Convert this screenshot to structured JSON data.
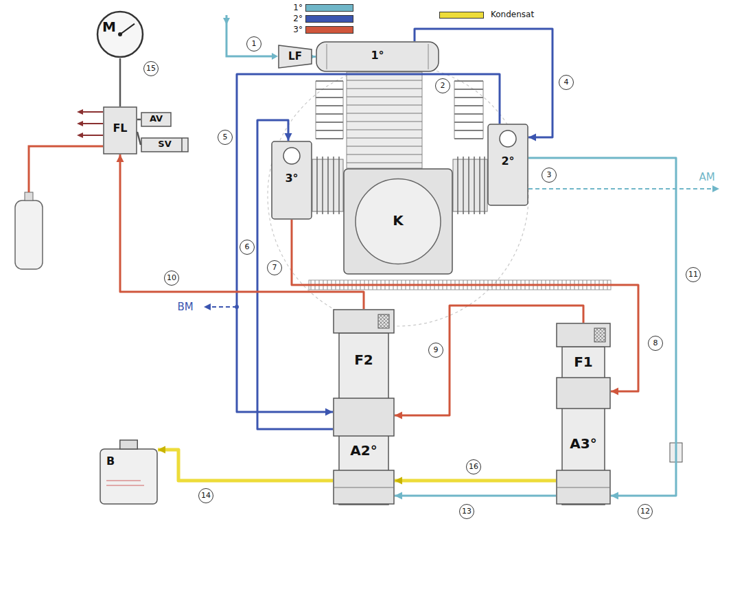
{
  "diagram": {
    "nodes": [
      {
        "text": [
          "LF"
        ]
      },
      {
        "text": [
          "1°"
        ]
      },
      {
        "text": [
          "K"
        ]
      },
      {
        "text": [
          "3°"
        ]
      },
      {
        "text": [
          "2°"
        ]
      },
      {
        "text": [
          "M"
        ]
      },
      {
        "text": [
          "FL"
        ]
      },
      {
        "text": [
          "AV"
        ]
      },
      {
        "text": [
          "SV"
        ]
      },
      {
        "text": [
          "F2",
          "A2°"
        ]
      },
      {
        "text": [
          "F1",
          "A3°"
        ]
      },
      {
        "text": [
          "B"
        ]
      }
    ],
    "edges": [
      {
        "from": 0,
        "to": 1,
        "arrow": "to"
      },
      {
        "from": 1,
        "to": 4,
        "arrow": "to"
      },
      {
        "from": 4,
        "to": 9,
        "arrow": "to"
      },
      {
        "from": 9,
        "to": 3,
        "arrow": "to"
      },
      {
        "from": 3,
        "to": 10,
        "arrow": "to"
      },
      {
        "from": 10,
        "to": 9,
        "arrow": "to"
      },
      {
        "from": 9,
        "to": 6,
        "arrow": "to"
      },
      {
        "from": 10,
        "to": 9,
        "arrow": "to"
      },
      {
        "from": 10,
        "to": 9,
        "arrow": "to"
      },
      {
        "from": 9,
        "to": 11,
        "arrow": "to"
      },
      {
        "from": 4,
        "to": 10,
        "arrow": "to"
      },
      {
        "from": 6,
        "to": 5,
        "arrow": "none"
      },
      {
        "from": 6,
        "to": 7,
        "arrow": "none"
      },
      {
        "from": 6,
        "to": 8,
        "arrow": "none"
      }
    ],
    "labels": [
      "1",
      "2",
      "3",
      "4",
      "5",
      "6",
      "7",
      "8",
      "9",
      "10",
      "11",
      "12",
      "13",
      "14",
      "15",
      "16",
      "AM",
      "BM"
    ],
    "legend": [
      {
        "text": "1°",
        "color": "#6fb6c8"
      },
      {
        "text": "2°",
        "color": "#3b55b0"
      },
      {
        "text": "3°",
        "color": "#d0563c"
      },
      {
        "text": "Kondensat",
        "color": "#eddc3a"
      }
    ]
  }
}
